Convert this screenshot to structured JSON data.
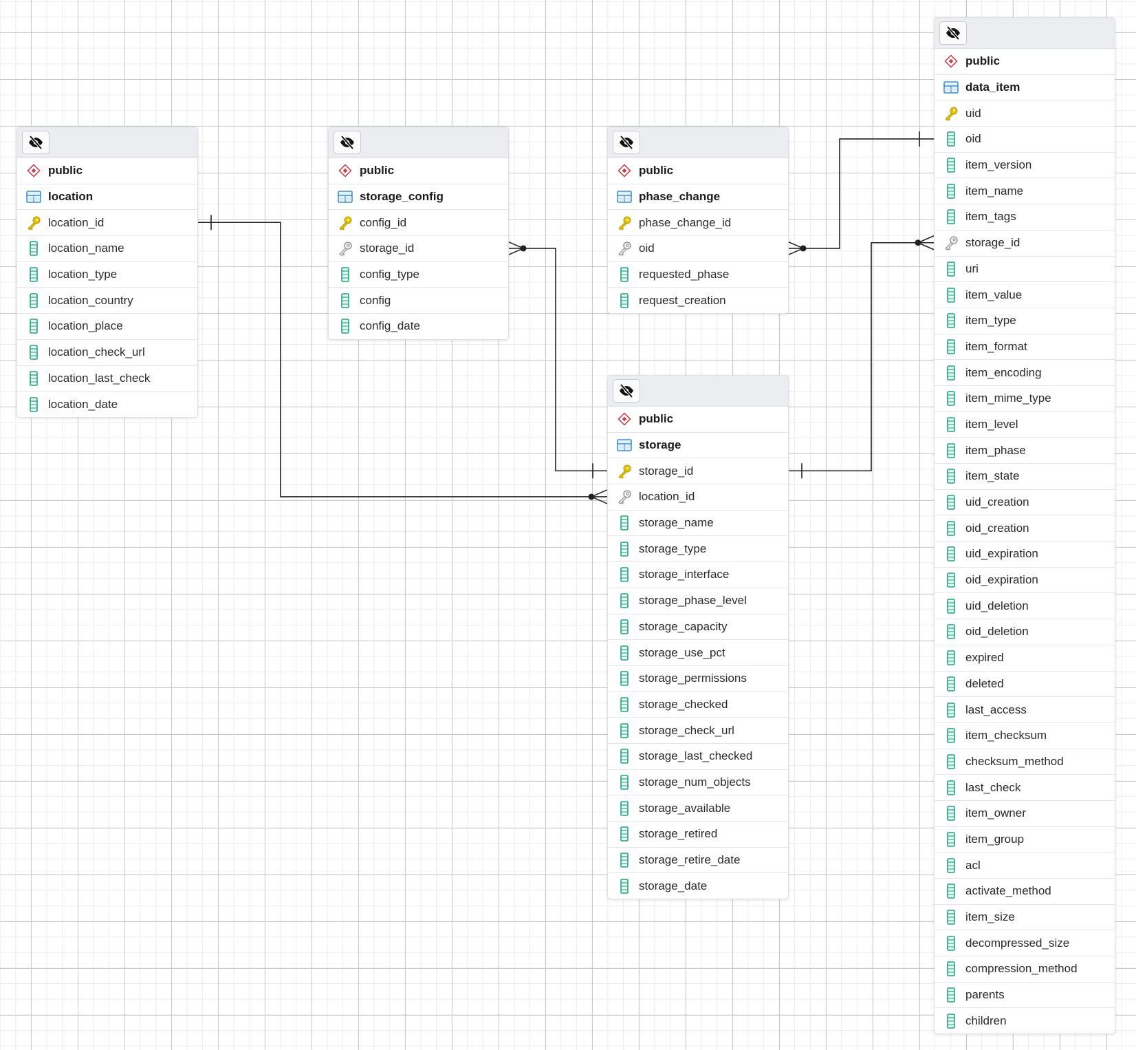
{
  "diagram": {
    "type": "erd",
    "tables": [
      {
        "id": "location",
        "schema": "public",
        "name": "location",
        "columns": [
          {
            "name": "location_id",
            "key": "pk"
          },
          {
            "name": "location_name",
            "key": "none"
          },
          {
            "name": "location_type",
            "key": "none"
          },
          {
            "name": "location_country",
            "key": "none"
          },
          {
            "name": "location_place",
            "key": "none"
          },
          {
            "name": "location_check_url",
            "key": "none"
          },
          {
            "name": "location_last_check",
            "key": "none"
          },
          {
            "name": "location_date",
            "key": "none"
          }
        ]
      },
      {
        "id": "storage_config",
        "schema": "public",
        "name": "storage_config",
        "columns": [
          {
            "name": "config_id",
            "key": "pk"
          },
          {
            "name": "storage_id",
            "key": "fk"
          },
          {
            "name": "config_type",
            "key": "none"
          },
          {
            "name": "config",
            "key": "none"
          },
          {
            "name": "config_date",
            "key": "none"
          }
        ]
      },
      {
        "id": "phase_change",
        "schema": "public",
        "name": "phase_change",
        "columns": [
          {
            "name": "phase_change_id",
            "key": "pk"
          },
          {
            "name": "oid",
            "key": "fk"
          },
          {
            "name": "requested_phase",
            "key": "none"
          },
          {
            "name": "request_creation",
            "key": "none"
          }
        ]
      },
      {
        "id": "storage",
        "schema": "public",
        "name": "storage",
        "columns": [
          {
            "name": "storage_id",
            "key": "pk"
          },
          {
            "name": "location_id",
            "key": "fk"
          },
          {
            "name": "storage_name",
            "key": "none"
          },
          {
            "name": "storage_type",
            "key": "none"
          },
          {
            "name": "storage_interface",
            "key": "none"
          },
          {
            "name": "storage_phase_level",
            "key": "none"
          },
          {
            "name": "storage_capacity",
            "key": "none"
          },
          {
            "name": "storage_use_pct",
            "key": "none"
          },
          {
            "name": "storage_permissions",
            "key": "none"
          },
          {
            "name": "storage_checked",
            "key": "none"
          },
          {
            "name": "storage_check_url",
            "key": "none"
          },
          {
            "name": "storage_last_checked",
            "key": "none"
          },
          {
            "name": "storage_num_objects",
            "key": "none"
          },
          {
            "name": "storage_available",
            "key": "none"
          },
          {
            "name": "storage_retired",
            "key": "none"
          },
          {
            "name": "storage_retire_date",
            "key": "none"
          },
          {
            "name": "storage_date",
            "key": "none"
          }
        ]
      },
      {
        "id": "data_item",
        "schema": "public",
        "name": "data_item",
        "columns": [
          {
            "name": "uid",
            "key": "pk"
          },
          {
            "name": "oid",
            "key": "none"
          },
          {
            "name": "item_version",
            "key": "none"
          },
          {
            "name": "item_name",
            "key": "none"
          },
          {
            "name": "item_tags",
            "key": "none"
          },
          {
            "name": "storage_id",
            "key": "fk"
          },
          {
            "name": "uri",
            "key": "none"
          },
          {
            "name": "item_value",
            "key": "none"
          },
          {
            "name": "item_type",
            "key": "none"
          },
          {
            "name": "item_format",
            "key": "none"
          },
          {
            "name": "item_encoding",
            "key": "none"
          },
          {
            "name": "item_mime_type",
            "key": "none"
          },
          {
            "name": "item_level",
            "key": "none"
          },
          {
            "name": "item_phase",
            "key": "none"
          },
          {
            "name": "item_state",
            "key": "none"
          },
          {
            "name": "uid_creation",
            "key": "none"
          },
          {
            "name": "oid_creation",
            "key": "none"
          },
          {
            "name": "uid_expiration",
            "key": "none"
          },
          {
            "name": "oid_expiration",
            "key": "none"
          },
          {
            "name": "uid_deletion",
            "key": "none"
          },
          {
            "name": "oid_deletion",
            "key": "none"
          },
          {
            "name": "expired",
            "key": "none"
          },
          {
            "name": "deleted",
            "key": "none"
          },
          {
            "name": "last_access",
            "key": "none"
          },
          {
            "name": "item_checksum",
            "key": "none"
          },
          {
            "name": "checksum_method",
            "key": "none"
          },
          {
            "name": "last_check",
            "key": "none"
          },
          {
            "name": "item_owner",
            "key": "none"
          },
          {
            "name": "item_group",
            "key": "none"
          },
          {
            "name": "acl",
            "key": "none"
          },
          {
            "name": "activate_method",
            "key": "none"
          },
          {
            "name": "item_size",
            "key": "none"
          },
          {
            "name": "decompressed_size",
            "key": "none"
          },
          {
            "name": "compression_method",
            "key": "none"
          },
          {
            "name": "parents",
            "key": "none"
          },
          {
            "name": "children",
            "key": "none"
          }
        ]
      }
    ],
    "relationships": [
      {
        "from_table": "location",
        "from_column": "location_id",
        "from_cardinality": "one",
        "to_table": "storage",
        "to_column": "location_id",
        "to_cardinality": "zero-or-many"
      },
      {
        "from_table": "storage",
        "from_column": "storage_id",
        "from_cardinality": "one",
        "to_table": "storage_config",
        "to_column": "storage_id",
        "to_cardinality": "zero-or-many"
      },
      {
        "from_table": "storage",
        "from_column": "storage_id",
        "from_cardinality": "one",
        "to_table": "data_item",
        "to_column": "storage_id",
        "to_cardinality": "zero-or-many"
      },
      {
        "from_table": "data_item",
        "from_column": "oid",
        "from_cardinality": "one",
        "to_table": "phase_change",
        "to_column": "oid",
        "to_cardinality": "zero-or-many"
      }
    ],
    "icons": {
      "hide": "eye-slash-icon",
      "schema": "schema-diamond-icon",
      "table": "table-icon",
      "pk": "primary-key-icon",
      "fk": "foreign-key-icon",
      "column": "column-icon"
    },
    "colors": {
      "schema_icon": "#c4424d",
      "table_icon": "#3c8fd0",
      "pk_icon": "#e5c100",
      "fk_icon": "#8a8a8a",
      "column_icon": "#21a385",
      "link": "#222222",
      "header_bg": "#ebedf1"
    }
  }
}
